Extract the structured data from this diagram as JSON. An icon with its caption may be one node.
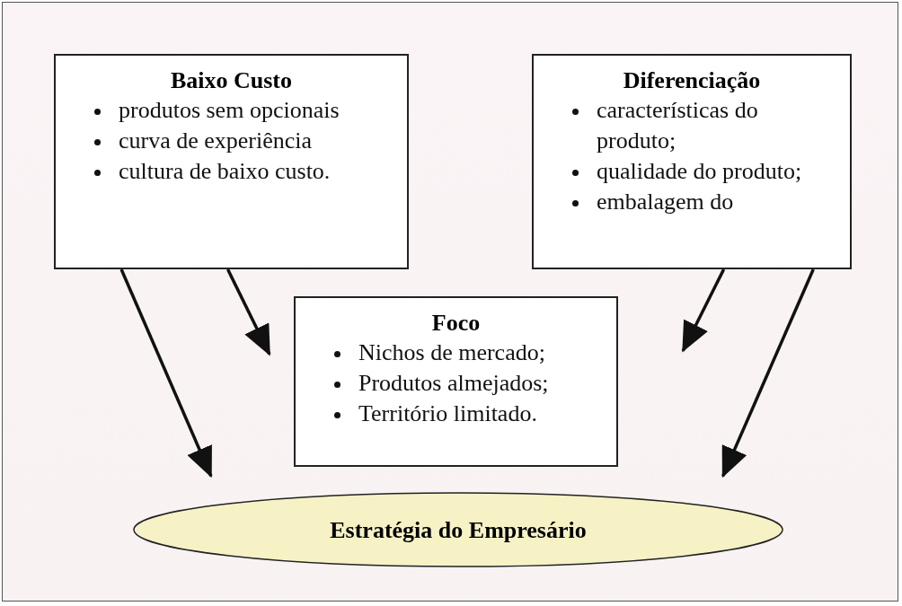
{
  "diagram": {
    "nodes": [
      {
        "text": [
          "Baixo Custo",
          "produtos sem opcionais",
          "curva de experiência",
          "cultura de baixo custo."
        ]
      },
      {
        "text": [
          "Diferenciação",
          "características do produto;",
          "qualidade do produto;",
          "embalagem do"
        ]
      },
      {
        "text": [
          "Foco",
          "Nichos de mercado;",
          "Produtos almejados;",
          "Território limitado."
        ]
      },
      {
        "text": [
          "Estratégia do Empresário"
        ]
      }
    ],
    "edges": [
      {
        "from": 0,
        "to": 2,
        "arrow": "to"
      },
      {
        "from": 0,
        "to": 3,
        "arrow": "to"
      },
      {
        "from": 1,
        "to": 2,
        "arrow": "to"
      },
      {
        "from": 1,
        "to": 3,
        "arrow": "to"
      }
    ]
  }
}
